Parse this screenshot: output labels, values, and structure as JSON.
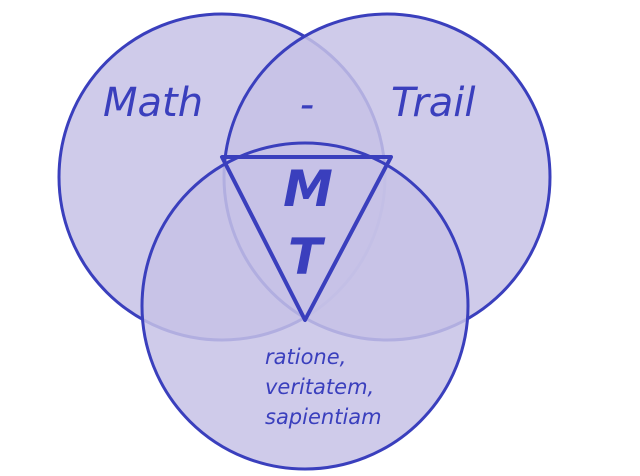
{
  "diagram": {
    "colors": {
      "fill": "#c7c2e6",
      "stroke": "#3a3fbd",
      "text": "#3a3fbd",
      "background": "#ffffff"
    },
    "circles": [
      {
        "id": "left",
        "name": "Math"
      },
      {
        "id": "right",
        "name": "Trail"
      },
      {
        "id": "bottom",
        "name": "ratione, veritatem, sapientiam"
      }
    ],
    "labels": {
      "left": "Math",
      "top_center": "-",
      "right": "Trail",
      "center_line1": "M",
      "center_line2": "T",
      "bottom_line1": "ratione,",
      "bottom_line2": "veritatem,",
      "bottom_line3": "sapientiam"
    }
  }
}
